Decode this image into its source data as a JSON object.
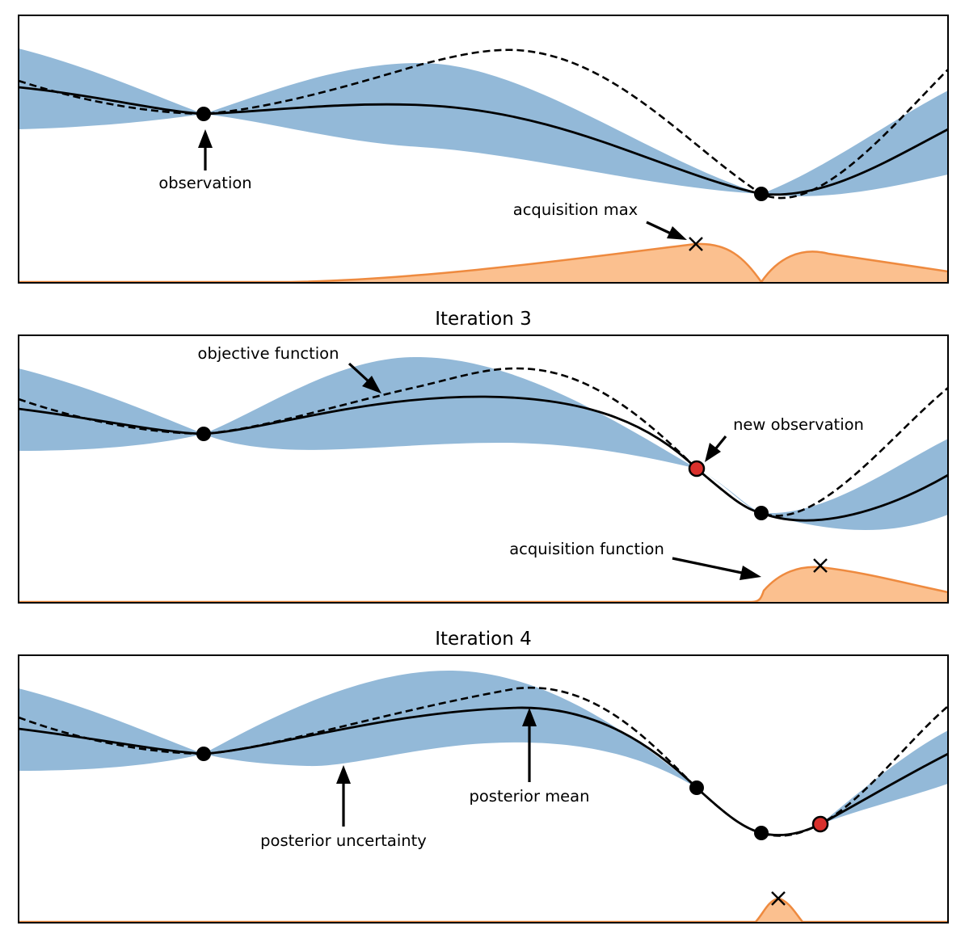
{
  "figure": {
    "panels": [
      {
        "title": "",
        "annotations": [
          {
            "id": "observation",
            "text": "observation"
          },
          {
            "id": "acquisition-max",
            "text": "acquisition max"
          }
        ]
      },
      {
        "title": "Iteration 3",
        "annotations": [
          {
            "id": "objective-function",
            "text": "objective function"
          },
          {
            "id": "new-observation",
            "text": "new observation"
          },
          {
            "id": "acquisition-function",
            "text": "acquisition function"
          }
        ]
      },
      {
        "title": "Iteration 4",
        "annotations": [
          {
            "id": "posterior-mean",
            "text": "posterior mean"
          },
          {
            "id": "posterior-uncertainty",
            "text": "posterior uncertainty"
          }
        ]
      }
    ],
    "colors": {
      "uncertainty_band": "#93b9d8",
      "acquisition_fill": "#fbc08f",
      "acquisition_line": "#ee8a3f",
      "new_observation": "#d9302c",
      "lines": "#000000"
    }
  }
}
